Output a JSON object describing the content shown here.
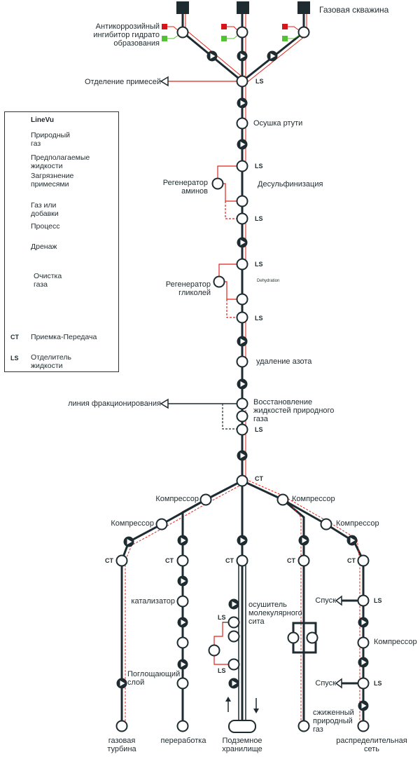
{
  "labels": {
    "gas_well": "Газовая скважина",
    "inhibitor": "Антикоррозийный ингибитор гидрато образования",
    "impurity_separation": "Отделение примесей",
    "mercury_drying": "Осушка ртути",
    "amine_regenerator": "Регенератор аминов",
    "desulfurization": "Десульфинизация",
    "glycol_regenerator": "Регенератор гликолей",
    "dehydration": "Dehydration",
    "nitrogen_removal": "удаление азота",
    "fractionation_line": "линия фракционирования",
    "ngl_recovery": "Восстановление жидкостей природного газа",
    "compressor": "Компрессор",
    "catalyst": "катализатор",
    "absorbing_layer": "Поглощающий слой",
    "mol_sieve_dryer": "осушитель молекулярного сита",
    "drain": "Спуск",
    "lng": "сжиженный природный газ",
    "gas_turbine": "газовая турбина",
    "processing": "переработка",
    "underground_storage": "Подземное хранилище",
    "distribution_network": "распределительная сеть",
    "ls": "LS",
    "ct": "CT"
  },
  "legend": {
    "items": [
      {
        "label": "LineVu"
      },
      {
        "label": "Природный газ"
      },
      {
        "label": "Предполагаемые жидкости"
      },
      {
        "label": "Загрязнение примесями"
      },
      {
        "label": "Газ или добавки"
      },
      {
        "label": "Процесс"
      },
      {
        "label": "Дренаж"
      },
      {
        "label": "Очистка газа"
      },
      {
        "label": "Приемка-Передача",
        "code": "CT"
      },
      {
        "label": "Отделитель жидкости",
        "code": "LS"
      }
    ]
  },
  "colors": {
    "gas": "#1e2b30",
    "liquid": "#e2231a",
    "additive_red": "#d7141a",
    "additive_green": "#52c234"
  }
}
